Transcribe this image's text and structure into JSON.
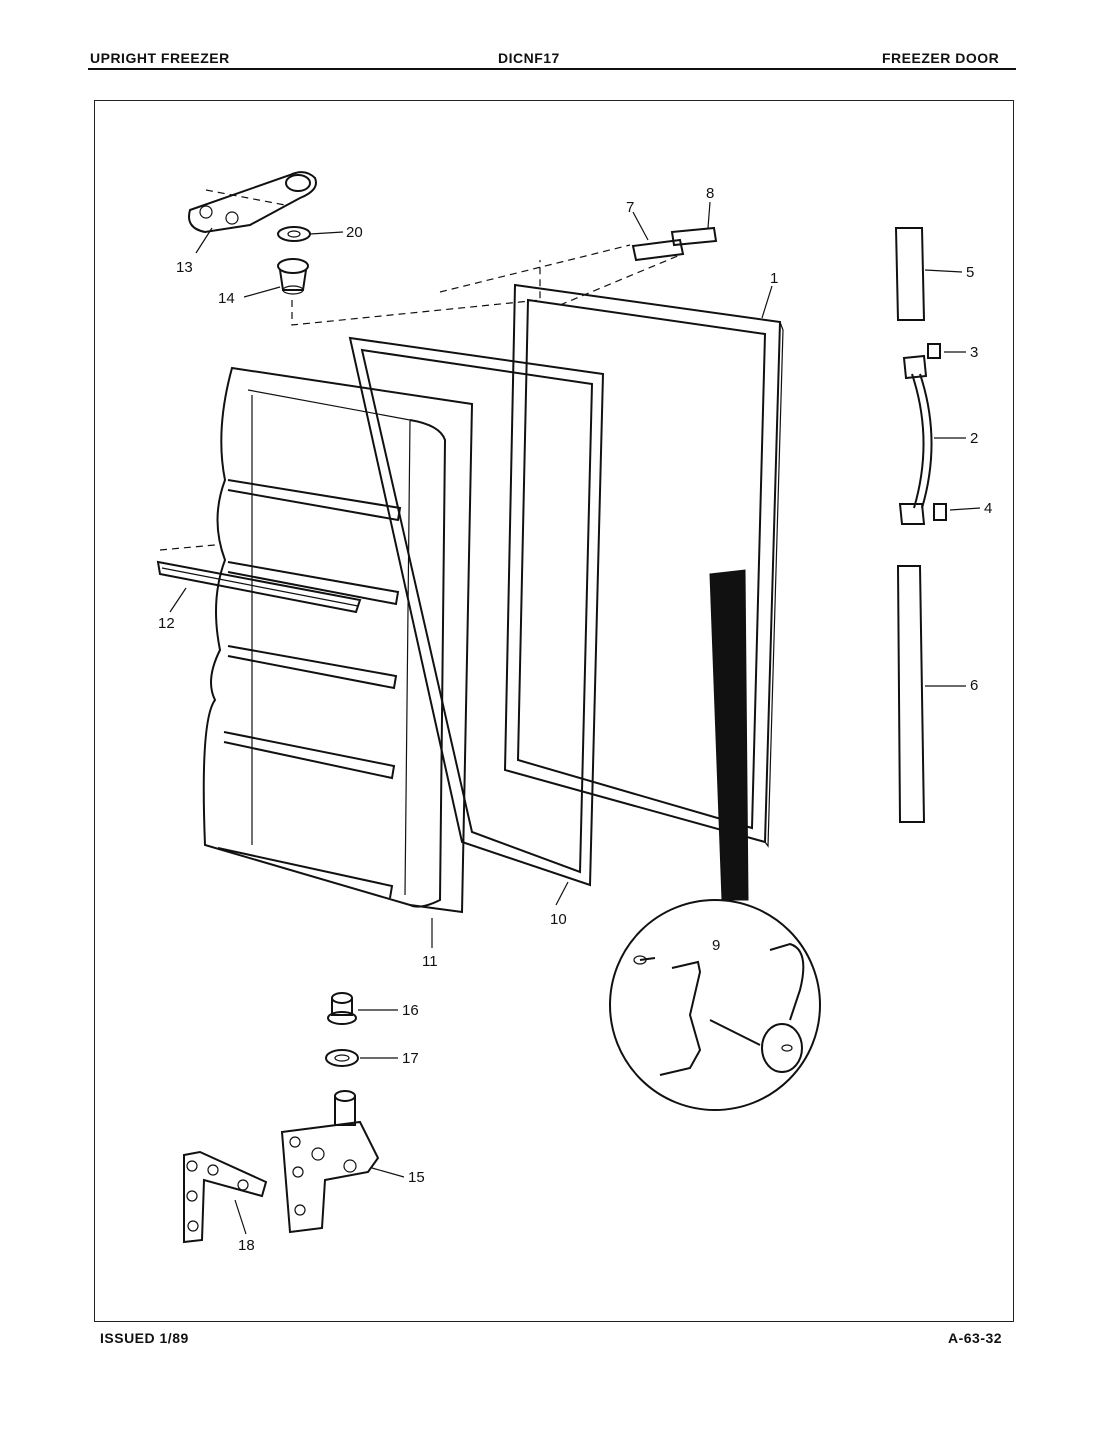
{
  "header": {
    "left": "UPRIGHT FREEZER",
    "center": "DICNF17",
    "right": "FREEZER DOOR"
  },
  "footer": {
    "issued": "ISSUED 1/89",
    "page_code": "A-63-32"
  },
  "callouts": {
    "p1": "1",
    "p2": "2",
    "p3": "3",
    "p4": "4",
    "p5": "5",
    "p6": "6",
    "p7": "7",
    "p8": "8",
    "p9": "9",
    "p10": "10",
    "p11": "11",
    "p12": "12",
    "p13": "13",
    "p14": "14",
    "p15": "15",
    "p16": "16",
    "p17": "17",
    "p18": "18",
    "p20": "20"
  }
}
